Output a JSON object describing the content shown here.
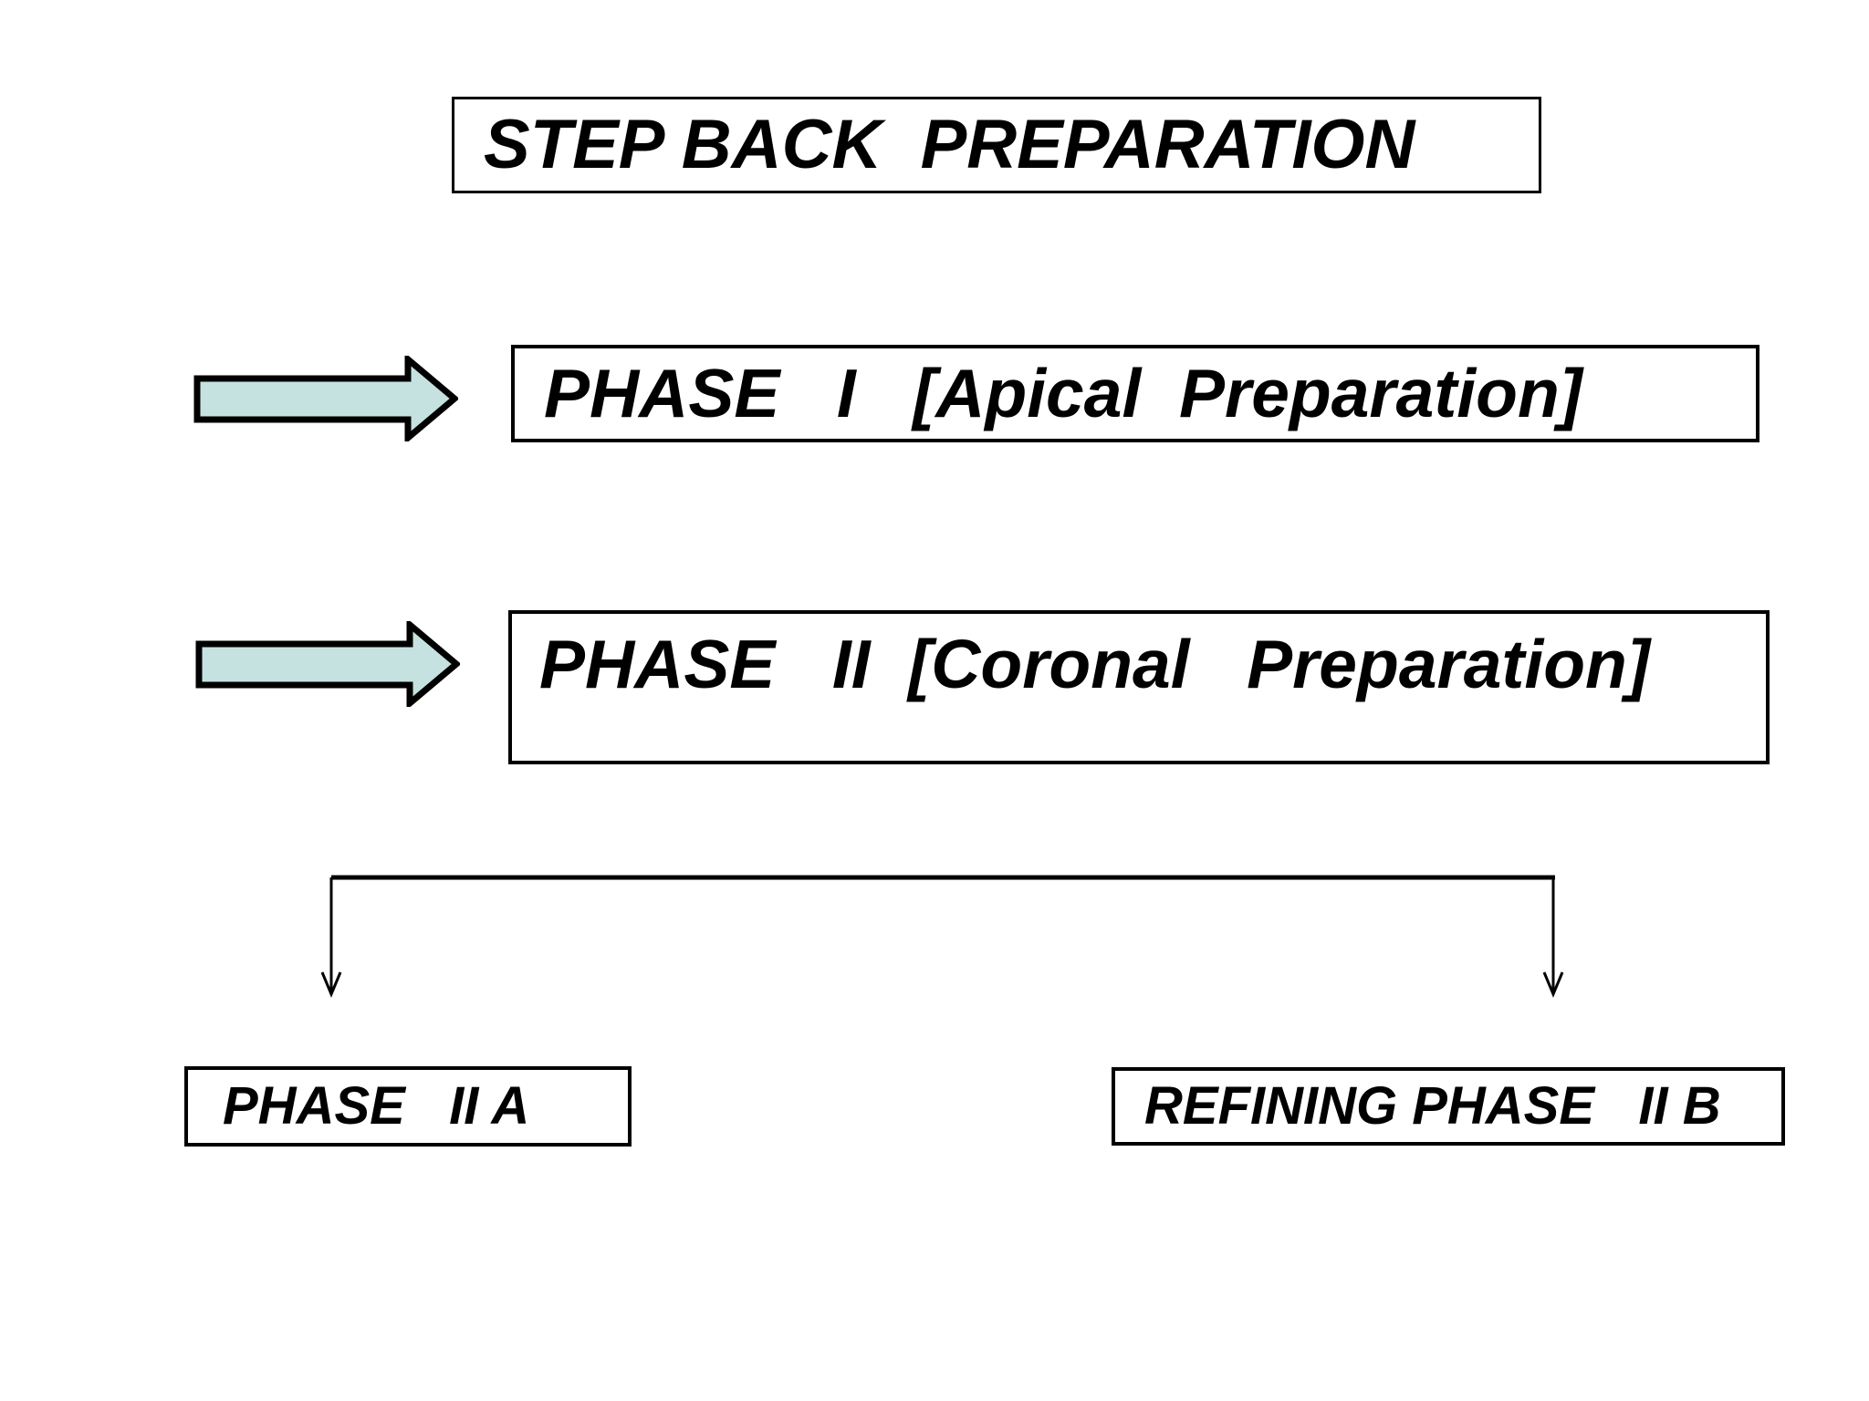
{
  "slide": {
    "title": "STEP BACK  PREPARATION"
  },
  "flow": {
    "phase1_label": "PHASE   I   [Apical  Preparation]",
    "phase2_label": "PHASE   II  [Coronal   Preparation]",
    "phase2a_label": "PHASE   II A",
    "phase2b_label": "REFINING PHASE   II B"
  },
  "icons": {
    "phase1_arrow": "block-arrow-right",
    "phase2_arrow": "block-arrow-right",
    "branch_left_arrow": "thin-arrow-down",
    "branch_right_arrow": "thin-arrow-down"
  },
  "colors": {
    "background": "#ffffff",
    "text": "#000000",
    "box_border": "#000000",
    "arrow_fill": "#c5e2e0",
    "arrow_outline": "#000000",
    "connector_stroke": "#000000"
  }
}
